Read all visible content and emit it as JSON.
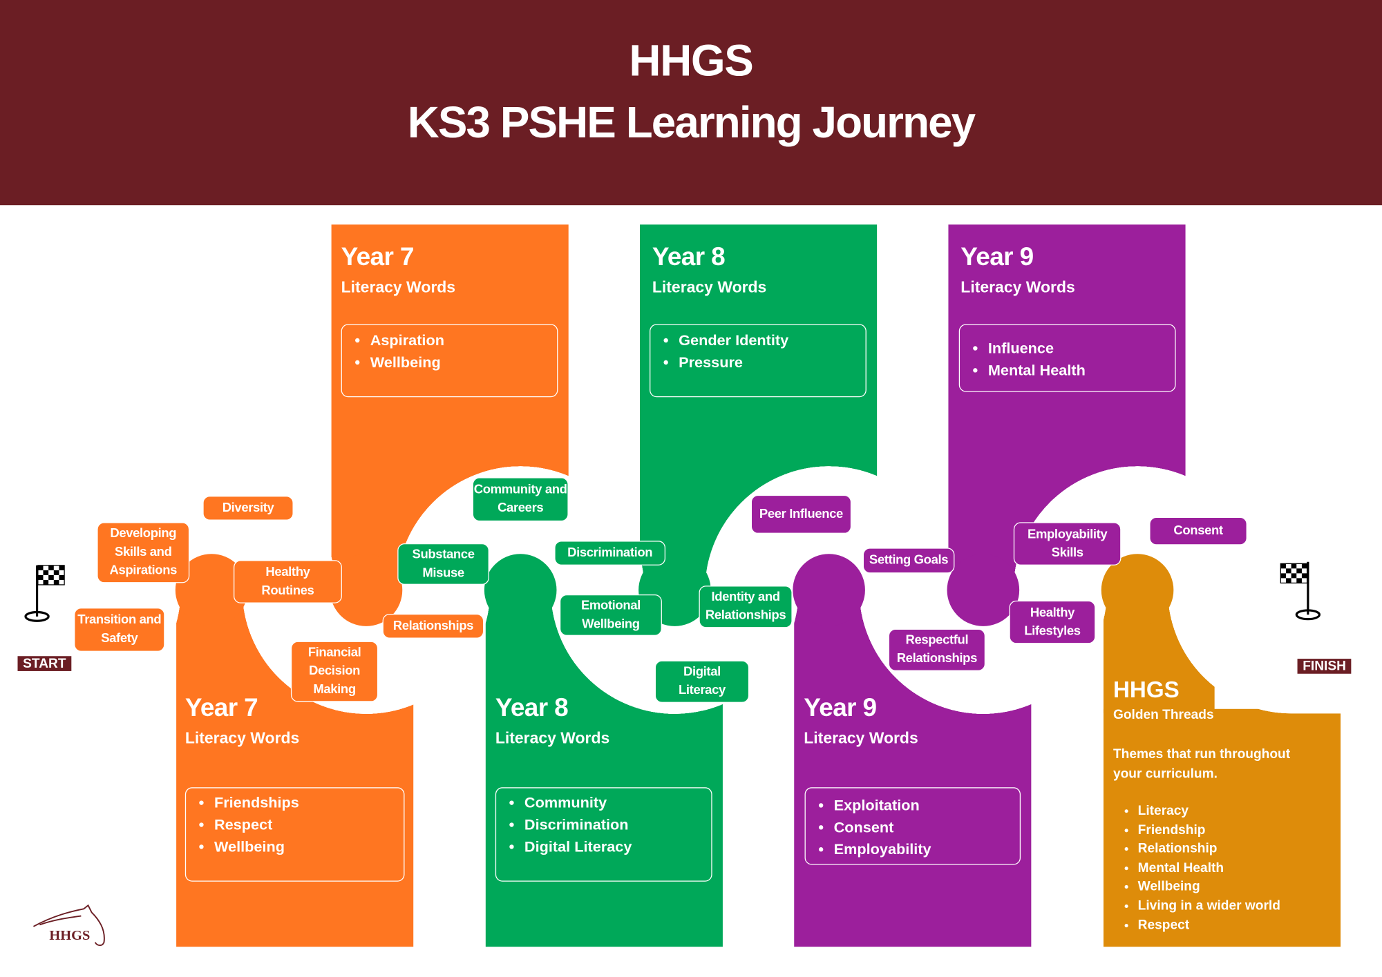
{
  "header": {
    "line1": "HHGS",
    "line2": "KS3 PSHE Learning Journey"
  },
  "colors": {
    "maroon": "#6B1E24",
    "year7": "#FF7621",
    "year8": "#00A859",
    "year9": "#9C1F9C",
    "golden": "#DE8C0A"
  },
  "road": {
    "start": "START",
    "finish": "FINISH"
  },
  "top_panels": [
    {
      "year": "Year 7",
      "subtitle": "Literacy Words",
      "words": [
        "Aspiration",
        "Wellbeing"
      ]
    },
    {
      "year": "Year 8",
      "subtitle": "Literacy Words",
      "words": [
        "Gender Identity",
        "Pressure"
      ]
    },
    {
      "year": "Year 9",
      "subtitle": "Literacy Words",
      "words": [
        "Influence",
        "Mental Health"
      ]
    }
  ],
  "bottom_panels": [
    {
      "year": "Year 7",
      "subtitle": "Literacy Words",
      "words": [
        "Friendships",
        "Respect",
        "Wellbeing"
      ]
    },
    {
      "year": "Year 8",
      "subtitle": "Literacy Words",
      "words": [
        "Community",
        "Discrimination",
        "Digital Literacy"
      ]
    },
    {
      "year": "Year 9",
      "subtitle": "Literacy Words",
      "words": [
        "Exploitation",
        "Consent",
        "Employability"
      ]
    }
  ],
  "golden_threads": {
    "title": "HHGS",
    "subtitle": "Golden Threads",
    "intro": "Themes that run throughout your curriculum.",
    "items": [
      "Literacy",
      "Friendship",
      "Relationship",
      "Mental Health",
      "Wellbeing",
      "Living in a wider world",
      "Respect"
    ]
  },
  "topics": [
    "Transition and Safety",
    "Developing Skills and Aspirations",
    "Diversity",
    "Healthy Routines",
    "Financial Decision Making",
    "Relationships",
    "Substance Misuse",
    "Community and Careers",
    "Discrimination",
    "Emotional Wellbeing",
    "Digital Literacy",
    "Identity and Relationships",
    "Peer Influence",
    "Setting Goals",
    "Respectful Relationships",
    "Healthy Lifestyles",
    "Employability Skills",
    "Consent"
  ],
  "logo": {
    "text": "HHGS"
  }
}
